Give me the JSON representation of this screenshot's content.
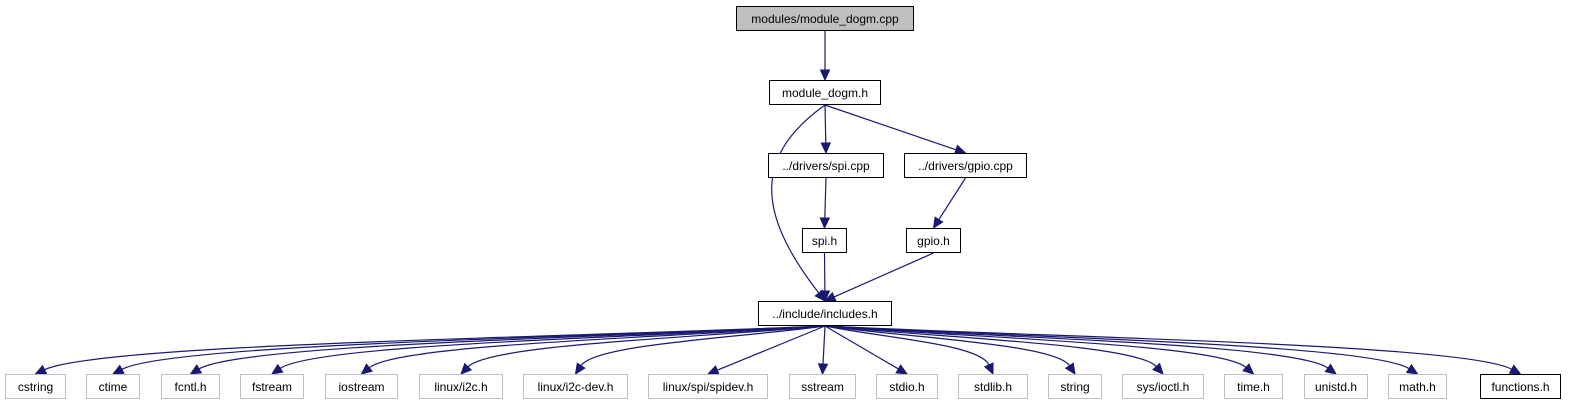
{
  "colors": {
    "edge": "#191970",
    "root_fill": "#bfbfbf",
    "external_border": "#bfbfbf",
    "node_border": "#000000"
  },
  "nodes": {
    "root": "modules/module_dogm.cpp",
    "module_dogm_h": "module_dogm.h",
    "spi_cpp": "../drivers/spi.cpp",
    "gpio_cpp": "../drivers/gpio.cpp",
    "spi_h": "spi.h",
    "gpio_h": "gpio.h",
    "includes_h": "../include/includes.h",
    "cstring": "cstring",
    "ctime": "ctime",
    "fcntl_h": "fcntl.h",
    "fstream": "fstream",
    "iostream": "iostream",
    "linux_i2c_h": "linux/i2c.h",
    "linux_i2c_dev_h": "linux/i2c-dev.h",
    "linux_spi_spidev_h": "linux/spi/spidev.h",
    "sstream": "sstream",
    "stdio_h": "stdio.h",
    "stdlib_h": "stdlib.h",
    "string": "string",
    "sys_ioctl_h": "sys/ioctl.h",
    "time_h": "time.h",
    "unistd_h": "unistd.h",
    "math_h": "math.h",
    "functions_h": "functions.h"
  }
}
